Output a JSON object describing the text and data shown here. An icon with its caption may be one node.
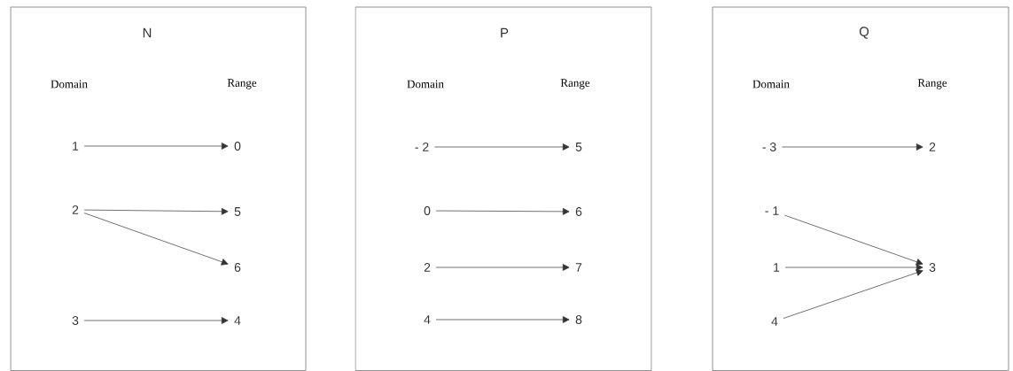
{
  "diagram": {
    "nodes": [
      {
        "text": [
          "N",
          "Domain",
          "Range"
        ]
      },
      {
        "text": [
          "1"
        ],
        "in": 0
      },
      {
        "text": [
          "0"
        ],
        "in": 0
      },
      {
        "text": [
          "2"
        ],
        "in": 0
      },
      {
        "text": [
          "5"
        ],
        "in": 0
      },
      {
        "text": [
          "6"
        ],
        "in": 0
      },
      {
        "text": [
          "3"
        ],
        "in": 0
      },
      {
        "text": [
          "4"
        ],
        "in": 0
      },
      {
        "text": [
          "P",
          "Domain",
          "Range"
        ]
      },
      {
        "text": [
          "- 2"
        ],
        "in": 8
      },
      {
        "text": [
          "5"
        ],
        "in": 8
      },
      {
        "text": [
          "0"
        ],
        "in": 8
      },
      {
        "text": [
          "6"
        ],
        "in": 8
      },
      {
        "text": [
          "2"
        ],
        "in": 8
      },
      {
        "text": [
          "7"
        ],
        "in": 8
      },
      {
        "text": [
          "4"
        ],
        "in": 8
      },
      {
        "text": [
          "8"
        ],
        "in": 8
      },
      {
        "text": [
          "Q",
          "Domain",
          "Range"
        ]
      },
      {
        "text": [
          "- 3"
        ],
        "in": 17
      },
      {
        "text": [
          "2"
        ],
        "in": 17
      },
      {
        "text": [
          "- 1"
        ],
        "in": 17
      },
      {
        "text": [
          "1"
        ],
        "in": 17
      },
      {
        "text": [
          "3"
        ],
        "in": 17
      },
      {
        "text": [
          "4"
        ],
        "in": 17
      }
    ],
    "edges": [
      {
        "from": 1,
        "to": 2,
        "arrow": "to"
      },
      {
        "from": 3,
        "to": 4,
        "arrow": "to"
      },
      {
        "from": 3,
        "to": 5,
        "arrow": "to"
      },
      {
        "from": 6,
        "to": 7,
        "arrow": "to"
      },
      {
        "from": 9,
        "to": 10,
        "arrow": "to"
      },
      {
        "from": 11,
        "to": 12,
        "arrow": "to"
      },
      {
        "from": 13,
        "to": 14,
        "arrow": "to"
      },
      {
        "from": 15,
        "to": 16,
        "arrow": "to"
      },
      {
        "from": 18,
        "to": 19,
        "arrow": "to"
      },
      {
        "from": 20,
        "to": 22,
        "arrow": "to"
      },
      {
        "from": 21,
        "to": 22,
        "arrow": "to"
      },
      {
        "from": 23,
        "to": 22,
        "arrow": "to"
      }
    ]
  }
}
